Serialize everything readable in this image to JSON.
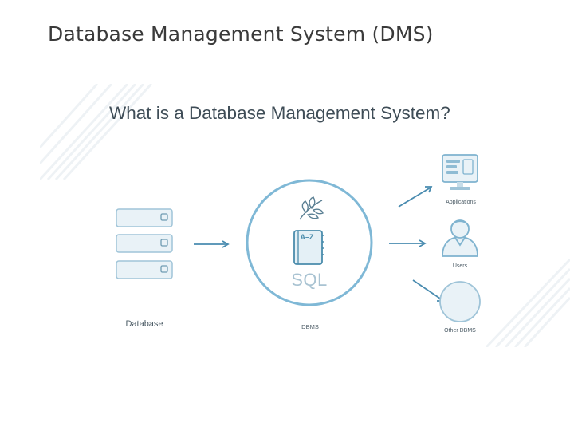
{
  "slide": {
    "title": "Database Management System (DMS)"
  },
  "figure": {
    "heading": "What is a Database Management System?",
    "database_label": "Database",
    "dbms_label": "DBMS",
    "sql_label": "SQL",
    "book_label": "A–Z",
    "applications_label": "Applications",
    "users_label": "Users",
    "other_dbms_label": "Other DBMS"
  },
  "colors": {
    "accent": "#5aa5c8",
    "outline": "#7fb3cf",
    "fill": "#e9f2f7",
    "text": "#3f4d57"
  },
  "icons": [
    "database-server-icon",
    "leaf-icon",
    "book-icon",
    "monitor-icon",
    "user-icon",
    "circle-icon",
    "arrow-icon"
  ]
}
